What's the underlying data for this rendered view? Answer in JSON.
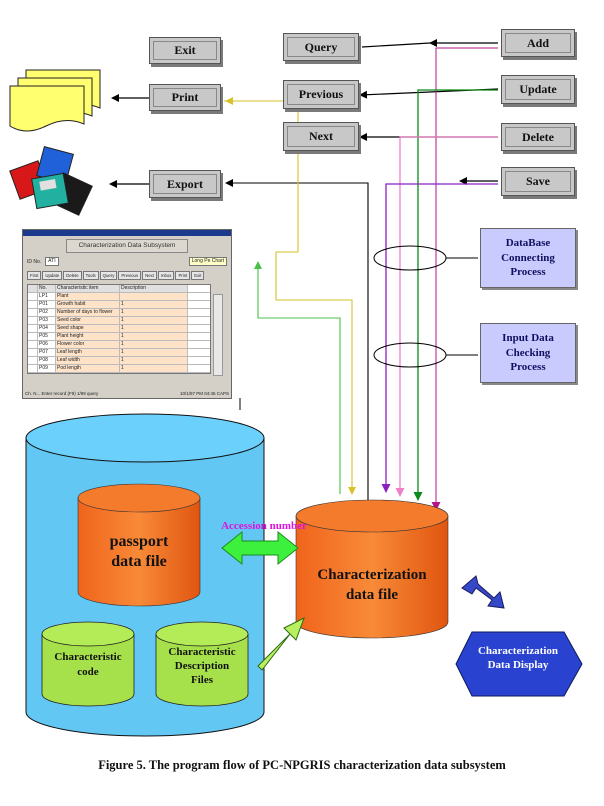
{
  "buttons": {
    "exit": "Exit",
    "print": "Print",
    "export": "Export",
    "query": "Query",
    "previous": "Previous",
    "next": "Next",
    "add": "Add",
    "update": "Update",
    "delete": "Delete",
    "save": "Save"
  },
  "processes": {
    "db_connect": "DataBase\nConnecting\nProcess",
    "input_check": "Input Data\nChecking\nProcess"
  },
  "big_cylinder": {
    "passport": "passport\ndata file",
    "char_code": "Characteristic\ncode",
    "char_desc": "Characteristic\nDescription\nFiles"
  },
  "char_file": "Characterization\ndata file",
  "accession_label": "Accession number",
  "display_label": "Characterization\nData Display",
  "caption": "Figure 5. The program flow of PC-NPGRIS characterization data subsystem",
  "screenshot": {
    "title": "Characterization Data Subsystem",
    "field1": "ATI",
    "field2": "Long Pe Chart",
    "toolbar": [
      "First",
      "Update",
      "Delete",
      "Tools",
      "Query",
      "Previous",
      "Next",
      "Inbox",
      "Print",
      "Exit"
    ],
    "columns": [
      "No.",
      "Characteristic item",
      "Description"
    ],
    "rows": [
      [
        "LP1",
        "Plant",
        ""
      ],
      [
        "P01",
        "Growth habit",
        "1"
      ],
      [
        "P02",
        "Number of days to flower",
        "1"
      ],
      [
        "P03",
        "Seed color",
        "1"
      ],
      [
        "P04",
        "Seed shape",
        "1"
      ],
      [
        "P05",
        "Plant height",
        "1"
      ],
      [
        "P06",
        "Flower color",
        "1"
      ],
      [
        "P07",
        "Leaf length",
        "1"
      ],
      [
        "P08",
        "Leaf width",
        "1"
      ],
      [
        "P09",
        "Pod length",
        "1"
      ]
    ],
    "status_left": "Ch. N... Enter record (F9) 1/99 query",
    "status_right": "10/1/97 PM 04:45 CAPS"
  },
  "colors": {
    "button_gray": "#c8c8c8",
    "process_blue": "#c9cbff",
    "db_blue": "#63c7f4",
    "orange": "#f26a21",
    "green_cyl": "#a6e04a",
    "display_blue": "#2a42d0",
    "accession_magenta": "#e010e0"
  }
}
